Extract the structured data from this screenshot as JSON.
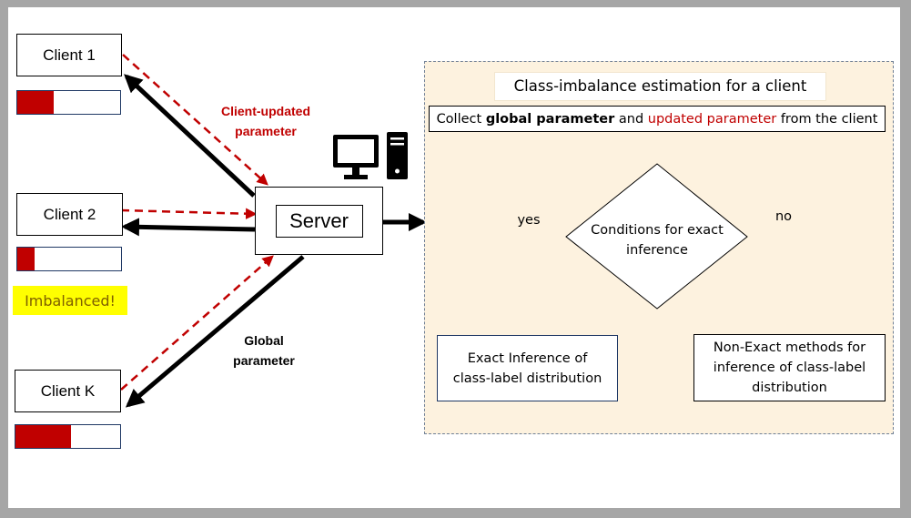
{
  "colors": {
    "accent_red": "#c00000",
    "panel_bg": "#fdf2df",
    "highlight_yellow": "#ffff00",
    "label_olive": "#7f6000"
  },
  "clients": [
    {
      "label": "Client 1",
      "imbalance_fill": 0.35
    },
    {
      "label": "Client 2",
      "imbalance_fill": 0.17
    },
    {
      "label": "Client K",
      "imbalance_fill": 0.53
    }
  ],
  "imbalanced_label": "Imbalanced!",
  "server": {
    "label": "Server",
    "icon": "computer-icon"
  },
  "client_updated_label": [
    "Client-updated",
    "parameter"
  ],
  "global_label": [
    "Global",
    "parameter"
  ],
  "panel": {
    "title": "Class-imbalance estimation for a client",
    "collect": {
      "prefix": "Collect ",
      "global": "global parameter",
      "middle": " and ",
      "updated": "updated parameter",
      "suffix": " from the client"
    },
    "decision": [
      "Conditions for exact",
      "inference"
    ],
    "yes_label": "yes",
    "no_label": "no",
    "exact_box": [
      "Exact Inference of",
      "class-label distribution"
    ],
    "nonexact_box": [
      "Non-Exact methods for",
      "inference of class-label",
      "distribution"
    ]
  }
}
